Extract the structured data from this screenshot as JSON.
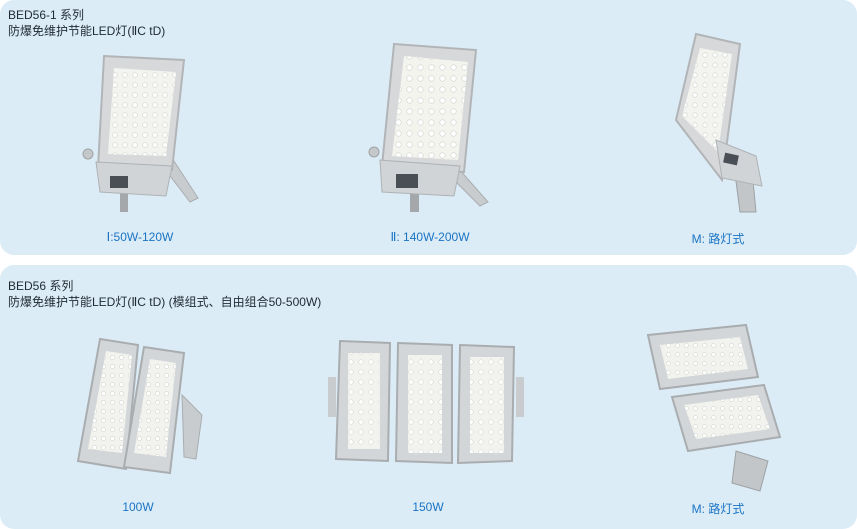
{
  "section1": {
    "series": "BED56-1 系列",
    "desc": "防爆免维护节能LED灯(ⅡC  tD)",
    "products": [
      {
        "caption": "Ⅰ:50W-120W",
        "image_icon": "floodlight-small-icon"
      },
      {
        "caption": "Ⅱ: 140W-200W",
        "image_icon": "floodlight-large-icon"
      },
      {
        "caption": "M: 路灯式",
        "image_icon": "streetlight-icon"
      }
    ]
  },
  "section2": {
    "series": "BED56 系列",
    "desc": "防爆免维护节能LED灯(ⅡC  tD)  (模组式、自由组合50-500W)",
    "products": [
      {
        "caption": "100W",
        "image_icon": "module-floodlight-2-icon"
      },
      {
        "caption": "150W",
        "image_icon": "module-floodlight-3-icon"
      },
      {
        "caption": "M: 路灯式",
        "image_icon": "module-streetlight-icon"
      }
    ]
  },
  "colors": {
    "panel_bg": "#dcecf6",
    "caption": "#1a74c4",
    "title": "#1f2a33"
  }
}
